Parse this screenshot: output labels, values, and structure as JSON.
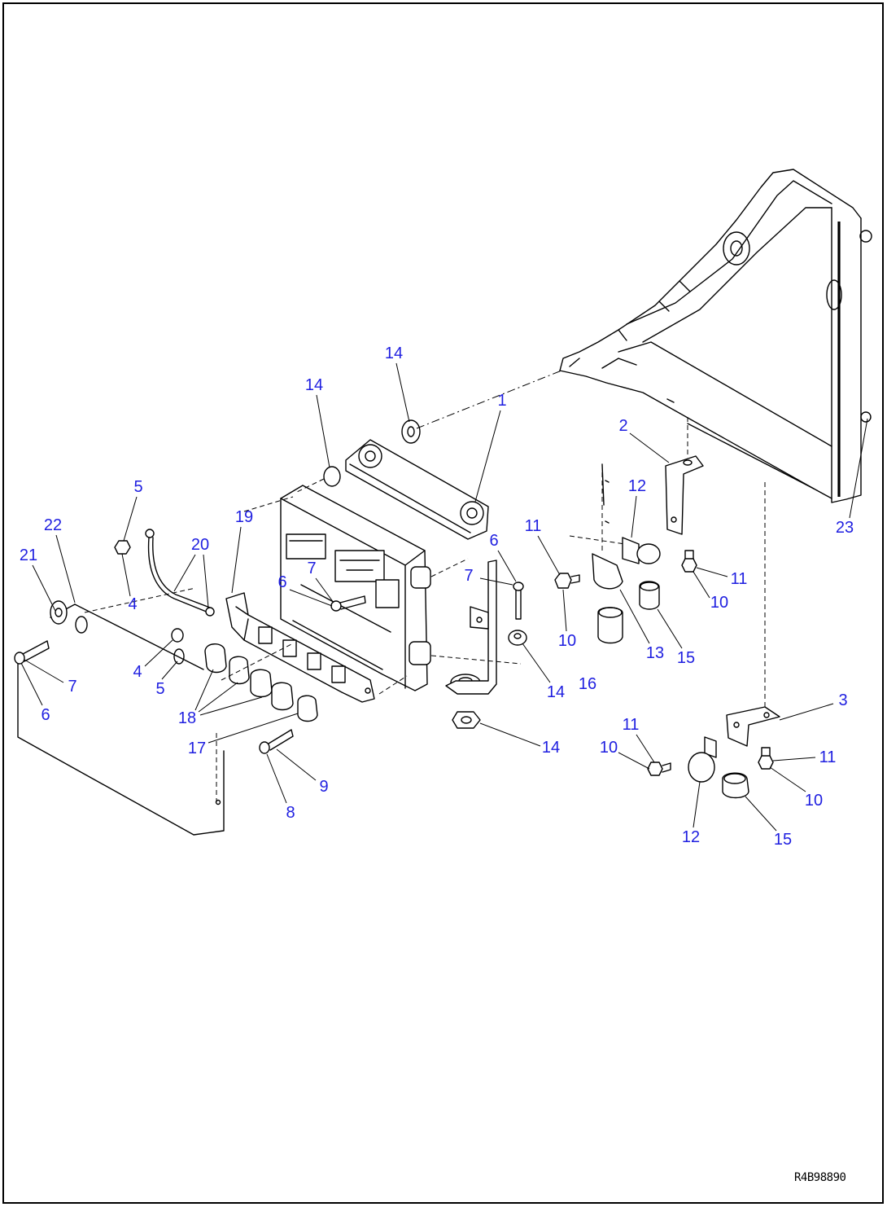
{
  "diagram": {
    "callouts": [
      "14",
      "14",
      "1",
      "2",
      "5",
      "12",
      "22",
      "19",
      "11",
      "23",
      "6",
      "20",
      "21",
      "7",
      "7",
      "11",
      "6",
      "4",
      "10",
      "10",
      "13",
      "15",
      "4",
      "5",
      "7",
      "16",
      "14",
      "6",
      "18",
      "3",
      "11",
      "10",
      "11",
      "17",
      "14",
      "9",
      "10",
      "8",
      "12",
      "15"
    ],
    "drawing_number": "R4B98890"
  },
  "colors": {
    "callout": "#1f1fe0",
    "linework": "#000000",
    "background": "#ffffff"
  }
}
